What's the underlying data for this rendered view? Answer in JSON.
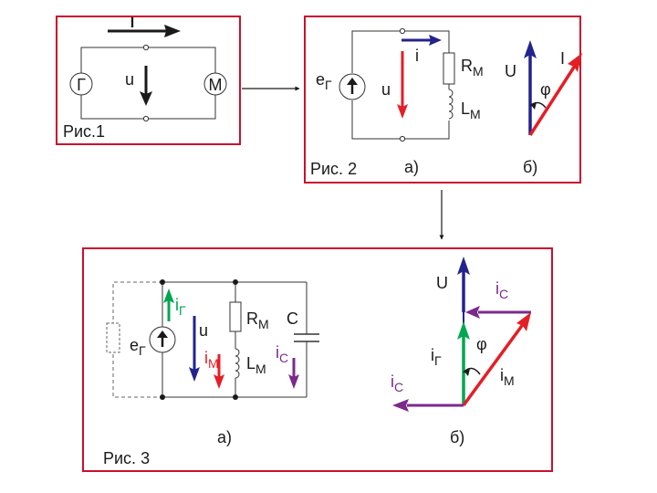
{
  "colors": {
    "frame": "#c8102e",
    "red": "#e41e26",
    "blue": "#23238e",
    "green": "#00a651",
    "purple": "#7b2a8c",
    "black": "#1a1a1a"
  },
  "fig1": {
    "caption": "Рис.1",
    "current": "I",
    "voltage": "u",
    "generator": "Г",
    "motor": "М"
  },
  "fig2": {
    "caption": "Рис. 2",
    "sub_a": "а)",
    "sub_b": "б)",
    "emf_main": "е",
    "emf_sub": "Г",
    "current": "i",
    "voltage": "u",
    "resistor_main": "R",
    "resistor_sub": "М",
    "inductor_main": "L",
    "inductor_sub": "М",
    "phasor_u": "U",
    "phasor_i": "I",
    "angle": "φ"
  },
  "fig3": {
    "caption": "Рис. 3",
    "sub_a": "а)",
    "sub_b": "б)",
    "emf_main": "е",
    "emf_sub": "Г",
    "ig_main": "i",
    "ig_sub": "Г",
    "voltage": "u",
    "im_main": "i",
    "im_sub": "М",
    "resistor_main": "R",
    "resistor_sub": "М",
    "inductor_main": "L",
    "inductor_sub": "М",
    "capacitor": "C",
    "ic_main": "i",
    "ic_sub": "С",
    "phasor_u": "U",
    "phasor_ic_top_main": "i",
    "phasor_ic_top_sub": "С",
    "phasor_ig_main": "i",
    "phasor_ig_sub": "Г",
    "angle": "φ",
    "phasor_im_main": "i",
    "phasor_im_sub": "М",
    "phasor_ic_left_main": "i",
    "phasor_ic_left_sub": "С"
  }
}
